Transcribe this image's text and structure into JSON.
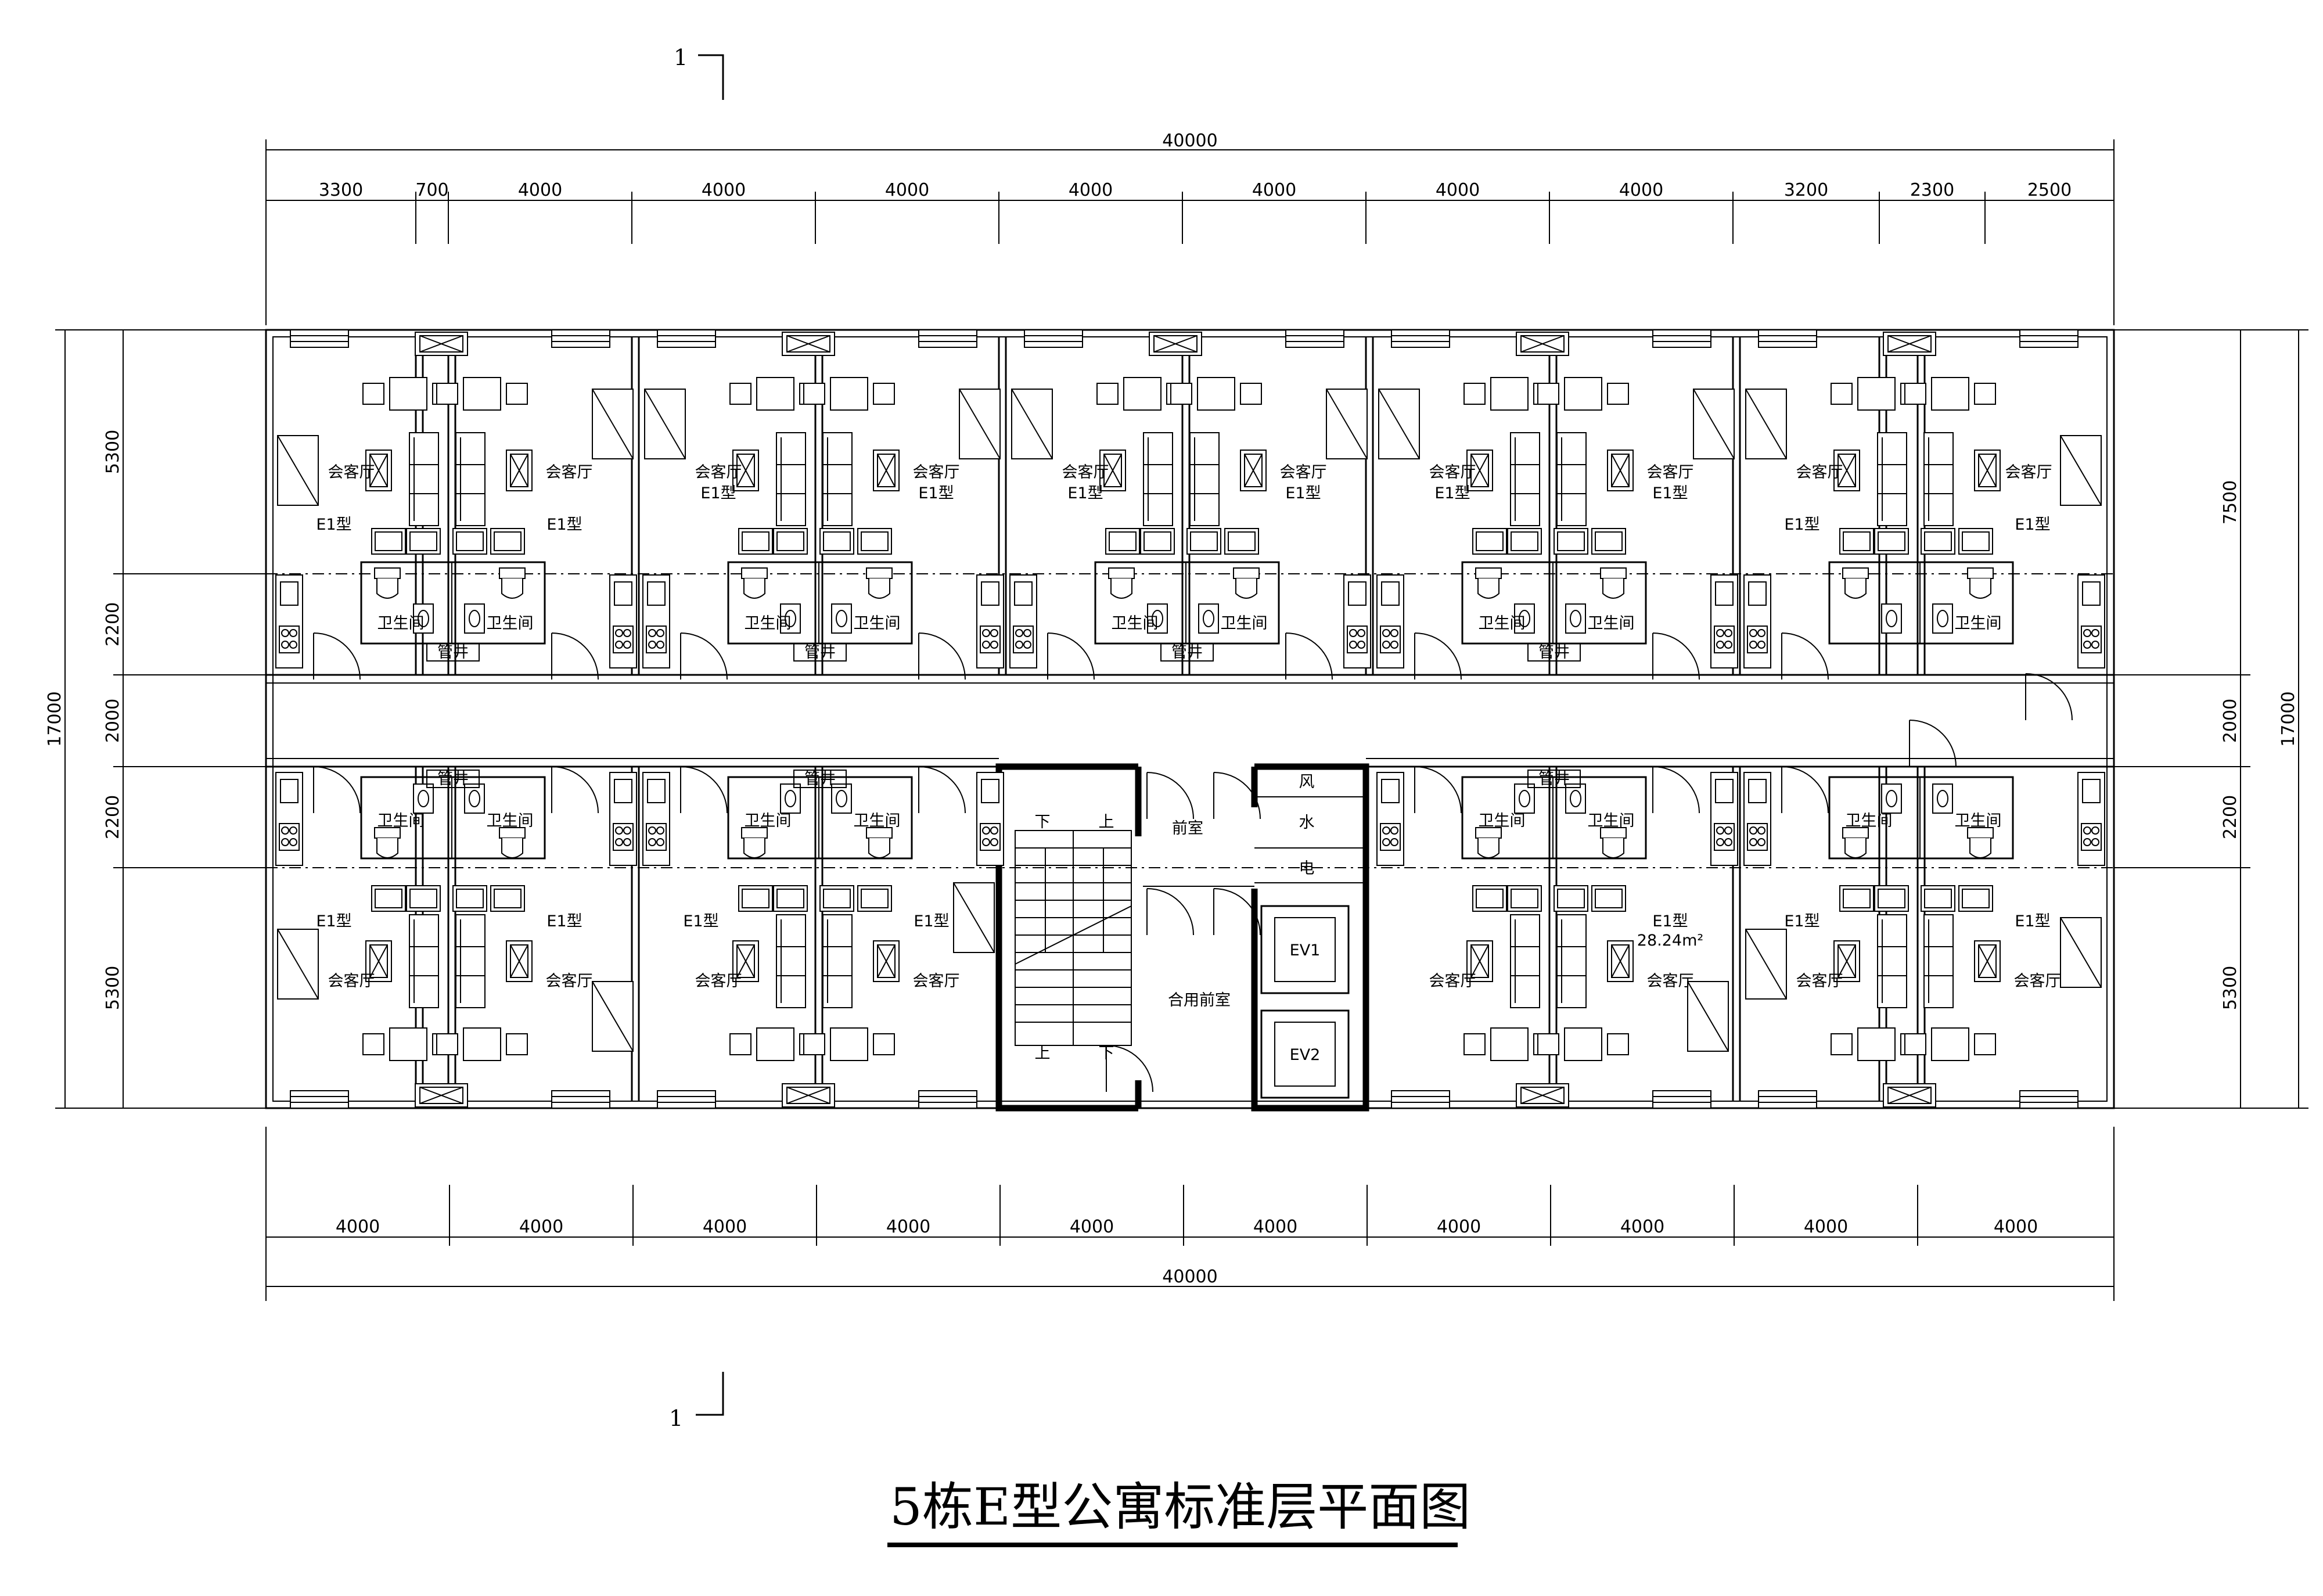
{
  "drawing": {
    "title": "5栋E型公寓标准层平面图",
    "section_mark": "1",
    "overall_width": "40000",
    "top_dims": [
      "3300",
      "700",
      "4000",
      "4000",
      "4000",
      "4000",
      "4000",
      "4000",
      "4000",
      "3200",
      "2300",
      "2500"
    ],
    "bottom_dims": [
      "4000",
      "4000",
      "4000",
      "4000",
      "4000",
      "4000",
      "4000",
      "4000",
      "4000",
      "4000"
    ],
    "left_dims": [
      "5300",
      "2200",
      "2000",
      "2200",
      "5300"
    ],
    "left_total": "17000",
    "right_dims": [
      "7500",
      "2000",
      "2200",
      "5300"
    ],
    "right_total": "17000"
  },
  "labels": {
    "living": "会客厅",
    "type": "E1型",
    "bath": "卫生间",
    "shaft": "管井",
    "up": "上",
    "down": "下",
    "anteroom": "前室",
    "shared_anteroom": "合用前室",
    "wind": "风",
    "water": "水",
    "elec": "电",
    "ev1": "EV1",
    "ev2": "EV2",
    "area": "28.24m²"
  }
}
